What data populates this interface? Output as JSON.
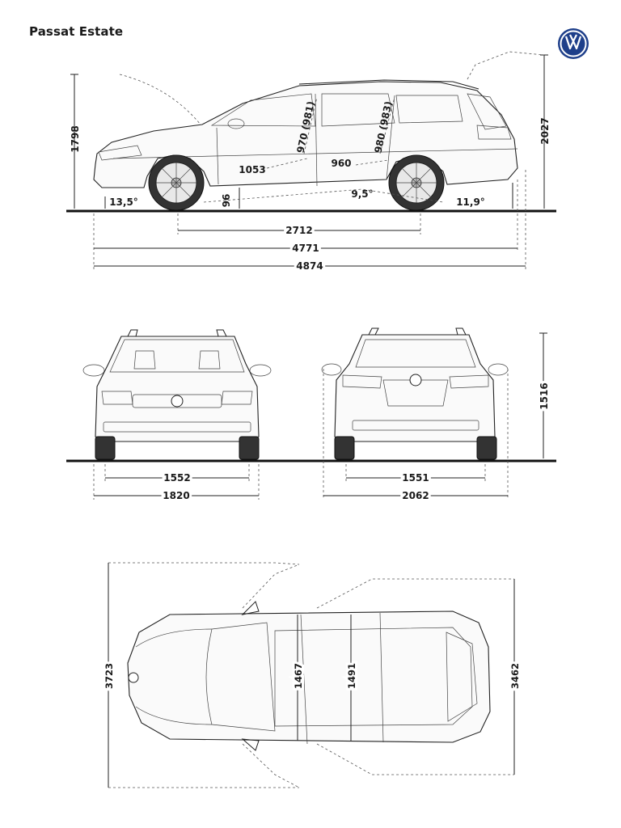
{
  "header": {
    "title": "Passat Estate",
    "brand_logo": "vw-logo-icon"
  },
  "side_view": {
    "height_front": "1798",
    "height_rear": "2027",
    "approach_angle": "13,5°",
    "departure_angle": "11,9°",
    "ramp_angle": "9,5°",
    "ground_clearance": "96",
    "front_legroom": "1053",
    "rear_legroom": "960",
    "front_headroom": "970 (981)",
    "rear_headroom": "980 (983)",
    "wheelbase": "2712",
    "length_body": "4771",
    "length_overall": "4874"
  },
  "front_view": {
    "track_front": "1552",
    "width_body": "1820"
  },
  "rear_view": {
    "track_rear": "1551",
    "width_mirrors": "2062",
    "height_tailgate": "1516"
  },
  "top_view": {
    "door_open_front": "3723",
    "door_open_rear": "3462",
    "shoulder_front": "1467",
    "shoulder_rear": "1491"
  },
  "colors": {
    "line": "#222222",
    "logo": "#1e3f8a"
  }
}
